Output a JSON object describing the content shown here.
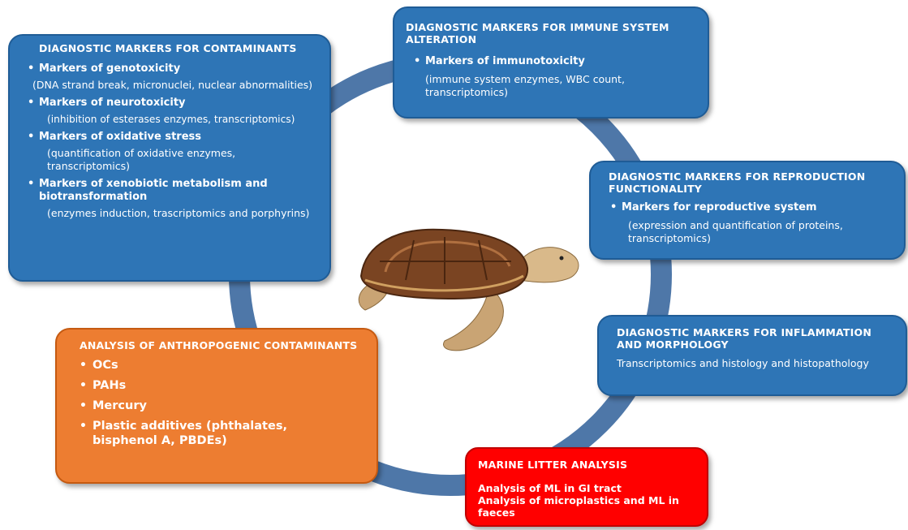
{
  "contaminants": {
    "title": "DIAGNOSTIC MARKERS FOR CONTAMINANTS",
    "items": [
      {
        "label": "Markers of genotoxicity",
        "desc": "(DNA strand break, micronuclei, nuclear abnormalities)"
      },
      {
        "label": "Markers of neurotoxicity",
        "desc": "(inhibition of esterases enzymes, transcriptomics)"
      },
      {
        "label": "Markers of oxidative stress",
        "desc": "(quantification of oxidative enzymes, transcriptomics)"
      },
      {
        "label": "Markers of xenobiotic metabolism and biotransformation",
        "desc": "(enzymes induction, trascriptomics and porphyrins)"
      }
    ]
  },
  "immune": {
    "title": "DIAGNOSTIC MARKERS FOR IMMUNE SYSTEM ALTERATION",
    "items": [
      {
        "label": "Markers of immunotoxicity",
        "desc": "(immune system enzymes, WBC count, transcriptomics)"
      }
    ]
  },
  "reproduction": {
    "title": "DIAGNOSTIC MARKERS FOR REPRODUCTION FUNCTIONALITY",
    "items": [
      {
        "label": "Markers for reproductive system",
        "desc": "(expression and quantification of proteins, transcriptomics)"
      }
    ]
  },
  "inflammation": {
    "title": "DIAGNOSTIC MARKERS FOR INFLAMMATION AND MORPHOLOGY",
    "desc": "Transcriptomics and histology and histopathology"
  },
  "anthropogenic": {
    "title": "ANALYSIS OF ANTHROPOGENIC CONTAMINANTS",
    "items": [
      "OCs",
      "PAHs",
      "Mercury",
      "Plastic additives (phthalates, bisphenol A, PBDEs)"
    ]
  },
  "litter": {
    "title": "MARINE LITTER ANALYSIS",
    "lines": [
      "Analysis of ML in GI tract",
      "Analysis of microplastics and ML in faeces"
    ]
  },
  "colors": {
    "ring": "#4e77a8",
    "blue_box": "#2e75b6",
    "orange_box": "#ed7d31",
    "red_box": "#ff0000"
  },
  "illustration": "sea-turtle"
}
